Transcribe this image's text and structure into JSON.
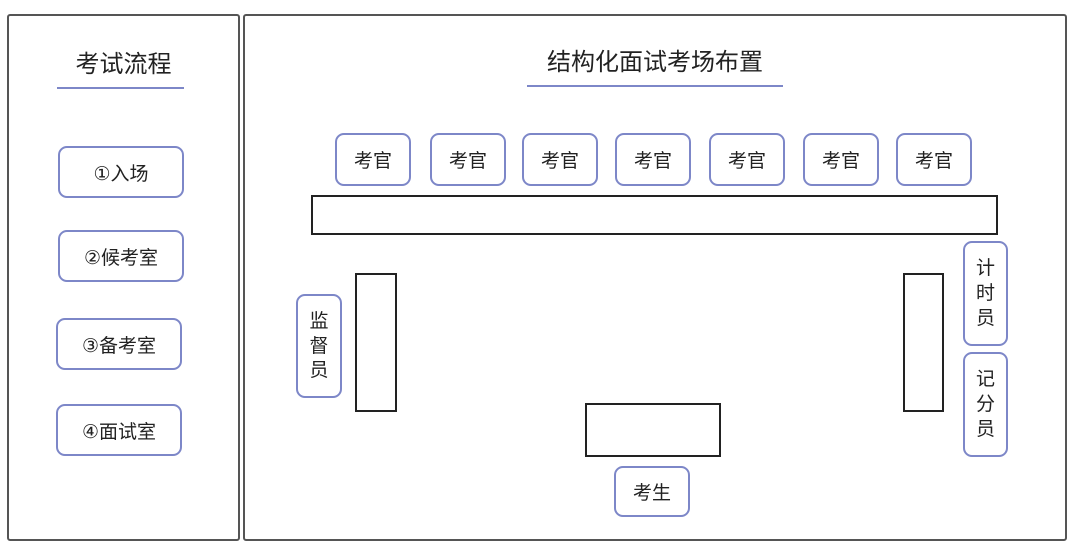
{
  "flow": {
    "title": "考试流程",
    "steps": [
      "①入场",
      "②候考室",
      "③备考室",
      "④面试室"
    ]
  },
  "layout": {
    "title": "结构化面试考场布置",
    "examiners": [
      "考官",
      "考官",
      "考官",
      "考官",
      "考官",
      "考官",
      "考官"
    ],
    "supervisor": [
      "监",
      "督",
      "员"
    ],
    "timer": [
      "计",
      "时",
      "员"
    ],
    "scorer": [
      "记",
      "分",
      "员"
    ],
    "candidate": "考生"
  },
  "colors": {
    "accent": "#7d87c8",
    "border": "#555555"
  }
}
